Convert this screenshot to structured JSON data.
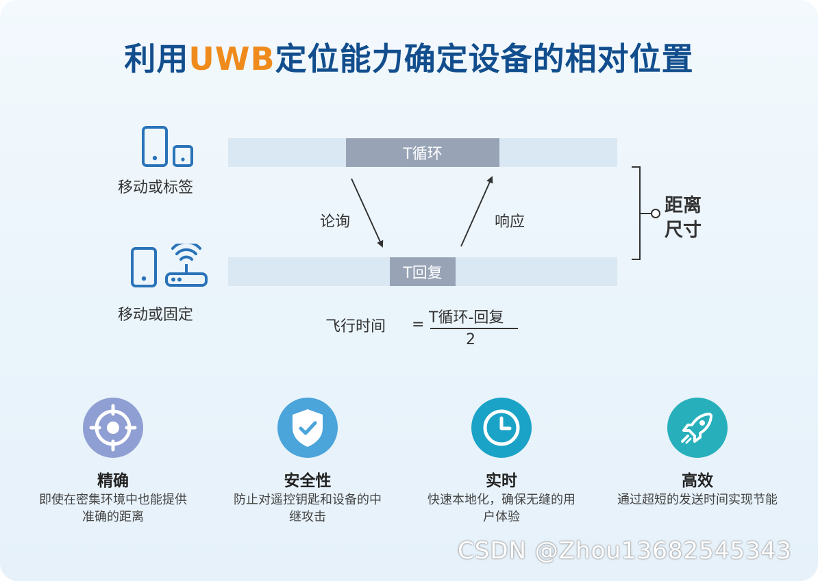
{
  "title": {
    "part1": "利用",
    "highlight": "UWB",
    "part2": "定位能力确定设备的相对位置"
  },
  "diagram": {
    "device_top_label": "移动或标签",
    "device_bottom_label": "移动或固定",
    "bar_top_label": "T循环",
    "bar_bottom_label": "T回复",
    "poll_label": "论询",
    "response_label": "响应",
    "distance_label_line1": "距离",
    "distance_label_line2": "尺寸",
    "formula_lhs": "飞行时间",
    "formula_eq": "=",
    "formula_numerator": "T循环-回复",
    "formula_denominator": "2"
  },
  "features": [
    {
      "title": "精确",
      "desc_line1": "即使在密集环境中也能提供",
      "desc_line2": "准确的距离",
      "icon": "target-icon",
      "color": "#8f9fd3"
    },
    {
      "title": "安全性",
      "desc_line1": "防止对遥控钥匙和设备的中",
      "desc_line2": "继攻击",
      "icon": "shield-check-icon",
      "color": "#4ba4da"
    },
    {
      "title": "实时",
      "desc_line1": "快速本地化，确保无缝的用",
      "desc_line2": "户体验",
      "icon": "clock-icon",
      "color": "#1ba3c7"
    },
    {
      "title": "高效",
      "desc_line1": "通过超短的发送时间实现节能",
      "desc_line2": "",
      "icon": "rocket-icon",
      "color": "#27b0bb"
    }
  ],
  "watermark": "CSDN @Zhou13682545343",
  "colors": {
    "title": "#124e8d",
    "highlight": "#ef8a1c",
    "bar_light": "#dae8f3",
    "bar_dark": "#98a4b6",
    "device": "#2a73b8"
  }
}
